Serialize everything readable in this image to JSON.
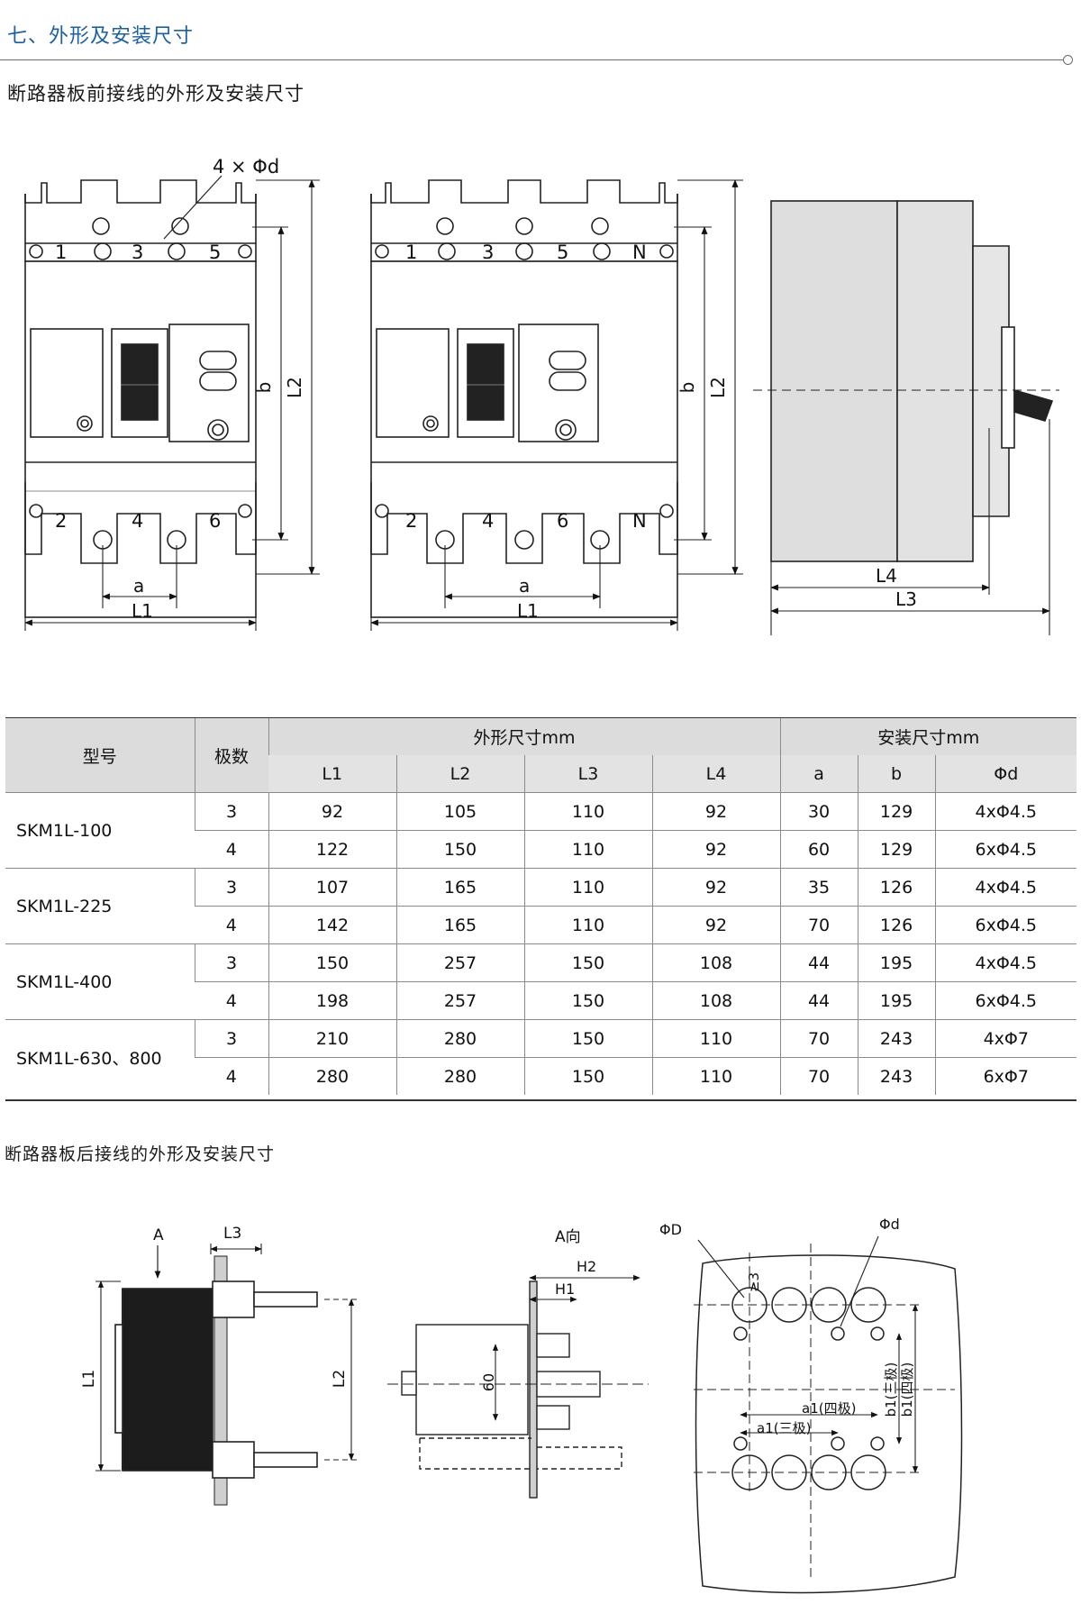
{
  "section_title": "七、外形及安装尺寸",
  "front_title": "断路器板前接线的外形及安装尺寸",
  "rear_title": "断路器板后接线的外形及安装尺寸",
  "front_labels": {
    "holes": "4 × Φd",
    "terminals_3p_top": [
      "1",
      "3",
      "5"
    ],
    "terminals_3p_bottom": [
      "2",
      "4",
      "6"
    ],
    "terminals_4p_top": [
      "1",
      "3",
      "5",
      "N"
    ],
    "terminals_4p_bottom": [
      "2",
      "4",
      "6",
      "N"
    ],
    "dim_a": "a",
    "dim_b": "b",
    "dim_L1": "L1",
    "dim_L2": "L2",
    "dim_L3": "L3",
    "dim_L4": "L4"
  },
  "rear_labels": {
    "view_a": "A",
    "L3": "L3",
    "L1": "L1",
    "L2": "L2",
    "view_dir": "A向",
    "H2": "H2",
    "H1": "H1",
    "dim60": "60",
    "phiD": "ΦD",
    "phid": "Φd",
    "ge3": "≥3",
    "a1_4p": "a1(四极)",
    "a1_3p": "a1(三极)",
    "b1_3p": "b1(三极)",
    "b1_4p": "b1(四极)"
  },
  "table": {
    "col_model": "型号",
    "col_poles": "极数",
    "group_outline": "外形尺寸mm",
    "group_install": "安装尺寸mm",
    "sub_headers": [
      "L1",
      "L2",
      "L3",
      "L4",
      "a",
      "b",
      "Φd"
    ],
    "groups": [
      {
        "model": "SKM1L-100",
        "rows": [
          {
            "poles": "3",
            "L1": "92",
            "L2": "105",
            "L3": "110",
            "L4": "92",
            "a": "30",
            "b": "129",
            "phid": "4xΦ4.5"
          },
          {
            "poles": "4",
            "L1": "122",
            "L2": "150",
            "L3": "110",
            "L4": "92",
            "a": "60",
            "b": "129",
            "phid": "6xΦ4.5"
          }
        ]
      },
      {
        "model": "SKM1L-225",
        "rows": [
          {
            "poles": "3",
            "L1": "107",
            "L2": "165",
            "L3": "110",
            "L4": "92",
            "a": "35",
            "b": "126",
            "phid": "4xΦ4.5"
          },
          {
            "poles": "4",
            "L1": "142",
            "L2": "165",
            "L3": "110",
            "L4": "92",
            "a": "70",
            "b": "126",
            "phid": "6xΦ4.5"
          }
        ]
      },
      {
        "model": "SKM1L-400",
        "rows": [
          {
            "poles": "3",
            "L1": "150",
            "L2": "257",
            "L3": "150",
            "L4": "108",
            "a": "44",
            "b": "195",
            "phid": "4xΦ4.5"
          },
          {
            "poles": "4",
            "L1": "198",
            "L2": "257",
            "L3": "150",
            "L4": "108",
            "a": "44",
            "b": "195",
            "phid": "6xΦ4.5"
          }
        ]
      },
      {
        "model": "SKM1L-630、800",
        "rows": [
          {
            "poles": "3",
            "L1": "210",
            "L2": "280",
            "L3": "150",
            "L4": "110",
            "a": "70",
            "b": "243",
            "phid": "4xΦ7"
          },
          {
            "poles": "4",
            "L1": "280",
            "L2": "280",
            "L3": "150",
            "L4": "110",
            "a": "70",
            "b": "243",
            "phid": "6xΦ7"
          }
        ]
      }
    ]
  }
}
